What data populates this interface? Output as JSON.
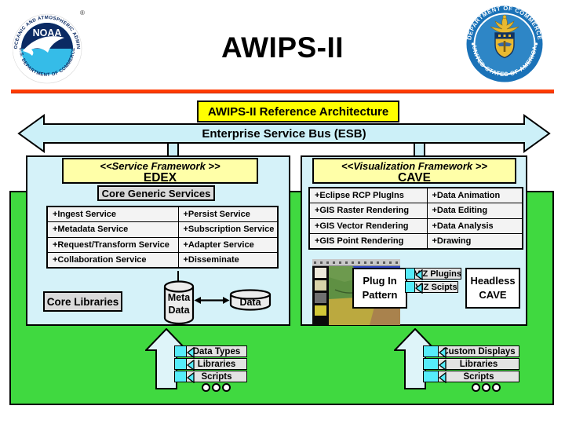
{
  "colors": {
    "accent_red": "#ff3b00",
    "title_box_yellow": "#ffff00",
    "header_yellow": "#ffffa8",
    "framework_cyan": "#d5f2f9",
    "arrow_cyan": "#ccf0f8",
    "tag_cyan": "#56ecfa",
    "platform_green": "#40d940"
  },
  "header": {
    "title": "AWIPS-II",
    "noaa": {
      "name": "NOAA",
      "ring_top": "NATIONAL OCEANIC AND ATMOSPHERIC ADMINISTRATION",
      "ring_bottom": "U.S. DEPARTMENT OF COMMERCE",
      "registered": "®"
    },
    "commerce": {
      "ring_top": "DEPARTMENT OF COMMERCE",
      "ring_bottom": "UNITED STATES OF AMERICA"
    }
  },
  "banner": {
    "title": "AWIPS-II Reference Architecture",
    "esb": "Enterprise Service Bus (ESB)"
  },
  "edex": {
    "stereotype": "<<Service Framework >>",
    "name": "EDEX",
    "core_services": "Core Generic Services",
    "services": [
      [
        "+Ingest Service",
        "+Persist Service"
      ],
      [
        "+Metadata Service",
        "+Subscription Service"
      ],
      [
        "+Request/Transform Service",
        "+Adapter Service"
      ],
      [
        "+Collaboration Service",
        "+Disseminate"
      ]
    ],
    "core_libraries": "Core Libraries",
    "meta_store": {
      "line1": "Meta",
      "line2": "Data"
    },
    "data_store": "Data"
  },
  "cave": {
    "stereotype": "<<Visualization Framework >>",
    "name": "CAVE",
    "features": [
      [
        "+Eclipse RCP PlugIns",
        "+Data Animation"
      ],
      [
        "+GIS Raster Rendering",
        "+Data Editing"
      ],
      [
        "+GIS Vector Rendering",
        "+Data Analysis"
      ],
      [
        "+GIS Point Rendering",
        "+Drawing"
      ]
    ],
    "plugin_pattern": {
      "line1": "Plug In",
      "line2": "Pattern"
    },
    "viz_tags": [
      "VIZ Plugins",
      "VIZ Scipts"
    ],
    "headless": {
      "line1": "Headless",
      "line2": "CAVE"
    }
  },
  "extensions": {
    "left": [
      "Data Types",
      "Libraries",
      "Scripts"
    ],
    "right": [
      "Custom Displays",
      "Libraries",
      "Scripts"
    ]
  }
}
